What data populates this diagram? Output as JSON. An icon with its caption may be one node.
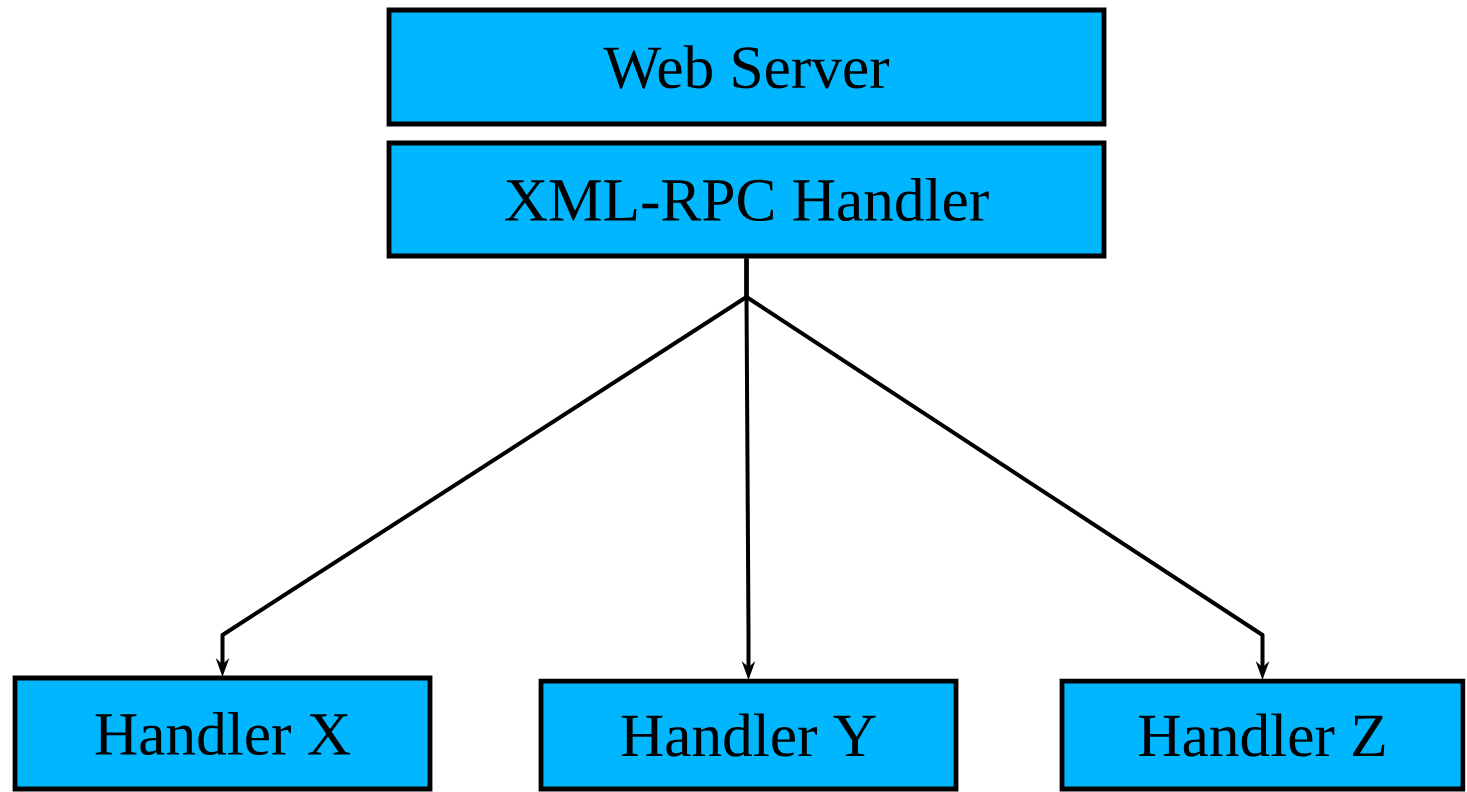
{
  "diagram": {
    "nodes": [
      {
        "text": [
          "Web Server"
        ]
      },
      {
        "text": [
          "XML-RPC Handler"
        ]
      },
      {
        "text": [
          "Handler X"
        ]
      },
      {
        "text": [
          "Handler Y"
        ]
      },
      {
        "text": [
          "Handler Z"
        ]
      }
    ],
    "edges": [
      {
        "from": 1,
        "to": 2,
        "arrow": "to"
      },
      {
        "from": 1,
        "to": 3,
        "arrow": "to"
      },
      {
        "from": 1,
        "to": 4,
        "arrow": "to"
      }
    ]
  }
}
